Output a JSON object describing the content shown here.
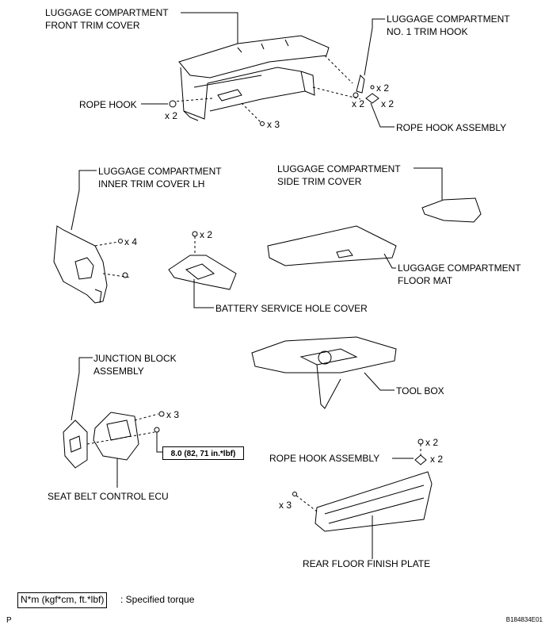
{
  "labels": {
    "front_trim_cover": "LUGGAGE COMPARTMENT\nFRONT TRIM COVER",
    "no1_trim_hook": "LUGGAGE COMPARTMENT\nNO. 1 TRIM HOOK",
    "rope_hook_left": "ROPE HOOK",
    "rope_hook_assembly_top": "ROPE HOOK ASSEMBLY",
    "inner_trim_cover_lh": "LUGGAGE COMPARTMENT\nINNER TRIM COVER LH",
    "side_trim_cover": "LUGGAGE COMPARTMENT\nSIDE TRIM COVER",
    "floor_mat": "LUGGAGE COMPARTMENT\nFLOOR MAT",
    "battery_hole_cover": "BATTERY SERVICE HOLE COVER",
    "junction_block": "JUNCTION BLOCK\nASSEMBLY",
    "tool_box": "TOOL BOX",
    "seat_belt_ecu": "SEAT BELT CONTROL ECU",
    "rope_hook_assembly_bottom": "ROPE HOOK ASSEMBLY",
    "rear_floor_plate": "REAR FLOOR FINISH PLATE"
  },
  "quantities": {
    "front_clip": "x 3",
    "rope_hook_x2": "x 2",
    "trim_hook_screw": "x 2",
    "trim_hook_left": "x 2",
    "trim_hook_right": "x 2",
    "inner_trim_clip": "x 4",
    "battery_cover_clip": "x 2",
    "ecu_nut": "x 3",
    "rear_screw": "x 2",
    "rear_hook": "x 2",
    "rear_clip": "x 3"
  },
  "torque_value": "8.0 (82, 71 in.*lbf)",
  "legend": {
    "box": "N*m (kgf*cm, ft.*lbf)",
    "text": ": Specified torque"
  },
  "figure_code": "B184834E01",
  "page_mark": "P"
}
